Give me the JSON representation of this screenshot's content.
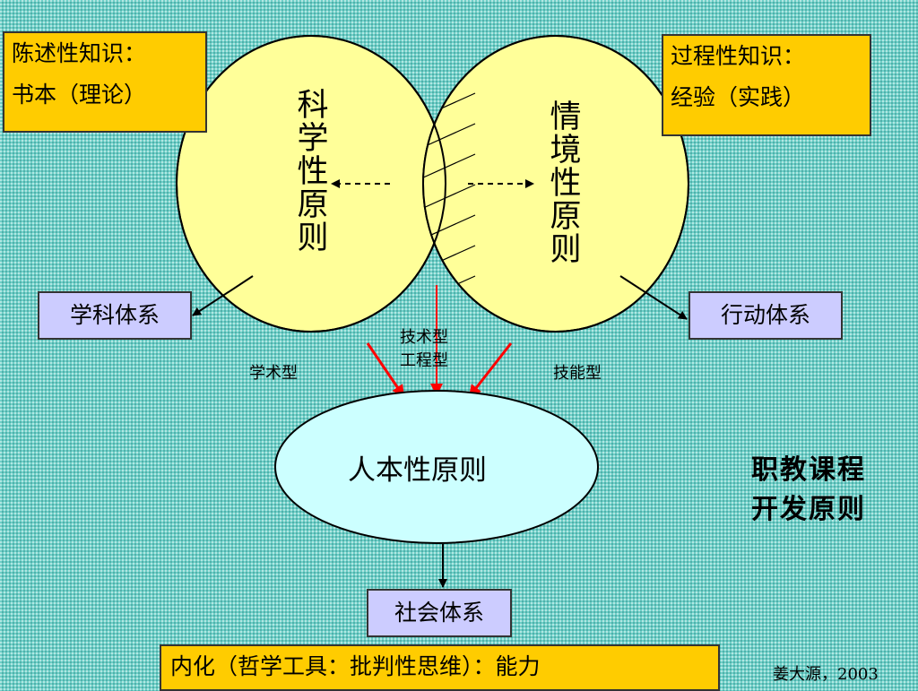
{
  "declarative": {
    "line1": "陈述性知识：",
    "line2": "书本（理论）"
  },
  "procedural": {
    "line1": "过程性知识：",
    "line2": "经验（实践）"
  },
  "left_circle": {
    "label": "科学性原则"
  },
  "right_circle": {
    "label": "情境性原则"
  },
  "discipline_box": {
    "label": "学科体系"
  },
  "action_box": {
    "label": "行动体系"
  },
  "types": {
    "academic": "学术型",
    "tech_line1": "技术型",
    "tech_line2": "工程型",
    "skill": "技能型"
  },
  "humanistic": {
    "label": "人本性原则"
  },
  "social_box": {
    "label": "社会体系"
  },
  "internalize_box": {
    "label": "内化（哲学工具：批判性思维）：能力"
  },
  "title": {
    "line1": "职教课程",
    "line2": "开发原则"
  },
  "credit": "姜大源，2003",
  "colors": {
    "background": "#6fd0c8",
    "circle_fill": "#ffff99",
    "oval_fill": "#ccffff",
    "yellow_box": "#ffcc00",
    "lavender_box": "#ccccff",
    "arrow_red": "#ff0000"
  }
}
